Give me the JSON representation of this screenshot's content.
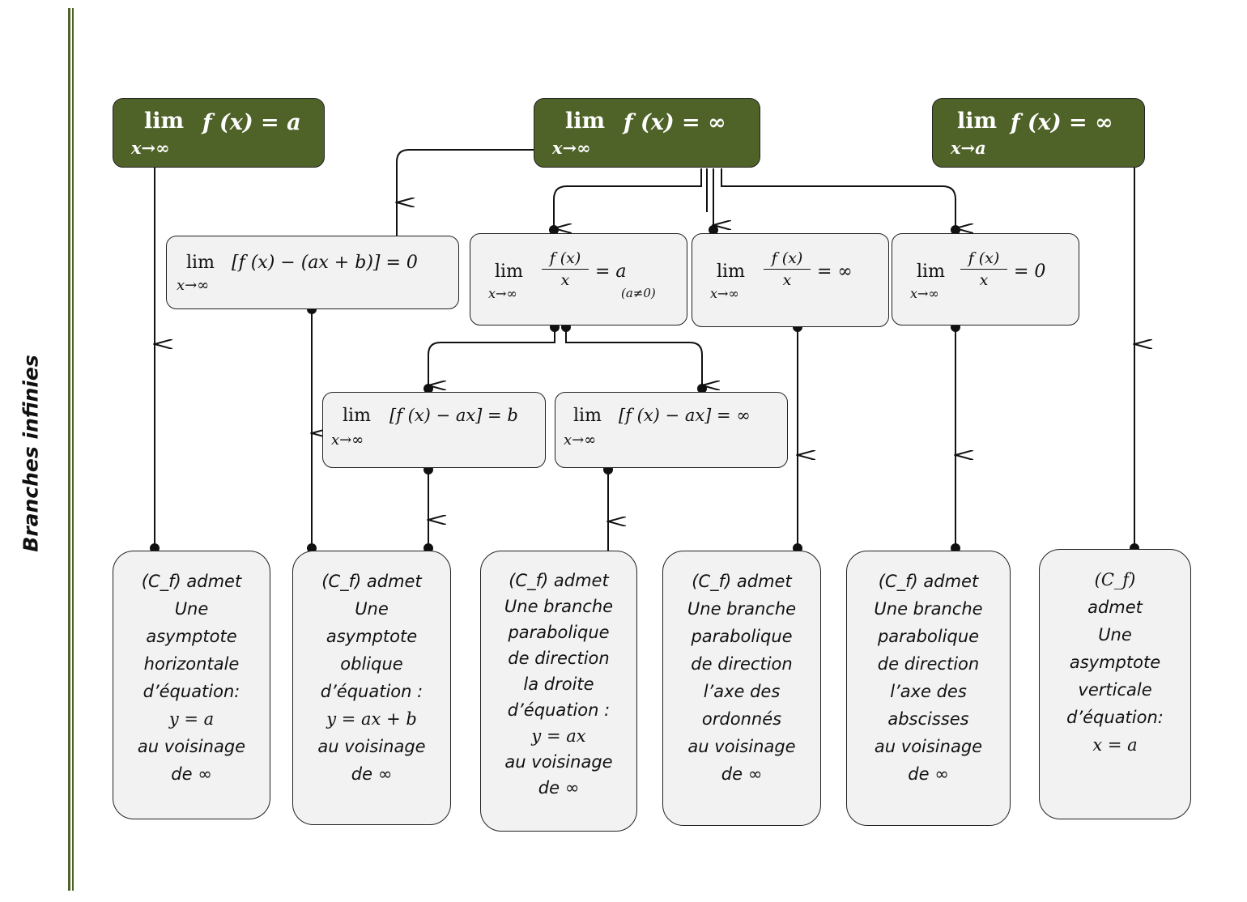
{
  "sidebar": {
    "title": "Branches infinies"
  },
  "conditions": {
    "top_left": {
      "lim": "lim",
      "sub": "x→∞",
      "expr": "f (x) = a"
    },
    "top_center": {
      "lim": "lim",
      "sub": "x→∞",
      "expr": "f (x) = ∞"
    },
    "top_right": {
      "lim": "lim",
      "sub": "x→a",
      "expr": "f (x) = ∞"
    },
    "oblique_test": {
      "lim": "lim",
      "sub": "x→∞",
      "expr": "[f (x) − (ax + b)] = 0"
    },
    "ratio_a": {
      "lim": "lim",
      "sub": "x→∞",
      "num": "f (x)",
      "den": "x",
      "rhs": "= a",
      "note": "(a≠0)"
    },
    "ratio_inf": {
      "lim": "lim",
      "sub": "x→∞",
      "num": "f (x)",
      "den": "x",
      "rhs": "= ∞"
    },
    "ratio_zero": {
      "lim": "lim",
      "sub": "x→∞",
      "num": "f (x)",
      "den": "x",
      "rhs": "= 0"
    },
    "diff_b": {
      "lim": "lim",
      "sub": "x→∞",
      "expr": "[f (x) − ax] = b"
    },
    "diff_inf": {
      "lim": "lim",
      "sub": "x→∞",
      "expr": "[f (x) − ax] = ∞"
    }
  },
  "results": [
    {
      "lines": [
        "(C_f) admet",
        "Une",
        "asymptote",
        "horizontale",
        "d’équation:",
        "y = a",
        "au voisinage",
        "de ∞"
      ]
    },
    {
      "lines": [
        "(C_f) admet",
        "Une",
        "asymptote",
        "oblique",
        "d’équation :",
        "y = ax + b",
        "au voisinage",
        "de ∞"
      ]
    },
    {
      "lines": [
        "(C_f) admet",
        "Une branche",
        "parabolique",
        "de direction",
        "la droite",
        "d’équation :",
        "y = ax",
        "au voisinage",
        "de ∞"
      ]
    },
    {
      "lines": [
        "(C_f) admet",
        "Une branche",
        "parabolique",
        "de direction",
        "l’axe des",
        "ordonnés",
        "au voisinage",
        "de ∞"
      ]
    },
    {
      "lines": [
        "(C_f) admet",
        "Une branche",
        "parabolique",
        "de direction",
        "l’axe des",
        "abscisses",
        "au voisinage",
        "de ∞"
      ]
    },
    {
      "lines": [
        "(C_f)",
        "admet",
        "Une",
        "asymptote",
        "verticale",
        "d’équation:",
        "",
        "x = a"
      ]
    }
  ],
  "colors": {
    "header_fill": "#4f6228",
    "box_fill": "#f2f2f2",
    "line": "#111111"
  }
}
